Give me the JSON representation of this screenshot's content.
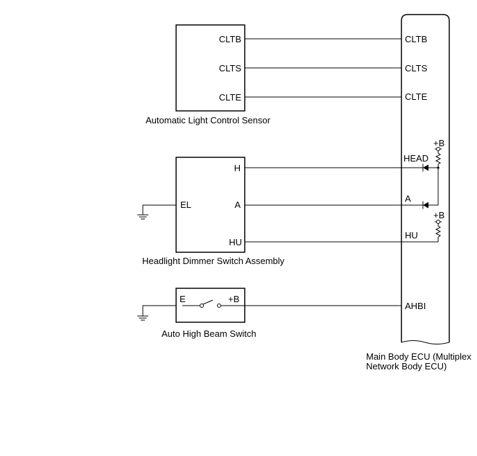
{
  "sensor": {
    "label": "Automatic Light Control Sensor",
    "pins": [
      "CLTB",
      "CLTS",
      "CLTE"
    ]
  },
  "dimmer": {
    "label": "Headlight Dimmer Switch Assembly",
    "pin_el": "EL",
    "pin_h": "H",
    "pin_a": "A",
    "pin_hu": "HU"
  },
  "highbeam": {
    "label": "Auto High Beam Switch",
    "pin_e": "E",
    "pin_b": "+B"
  },
  "ecu": {
    "label_line1": "Main Body ECU (Multiplex",
    "label_line2": "Network Body ECU)",
    "pins": [
      "CLTB",
      "CLTS",
      "CLTE"
    ],
    "pin_head": "HEAD",
    "pin_a": "A",
    "pin_hu": "HU",
    "pin_ahbi": "AHBI",
    "supply_1": "+B",
    "supply_2": "+B"
  }
}
